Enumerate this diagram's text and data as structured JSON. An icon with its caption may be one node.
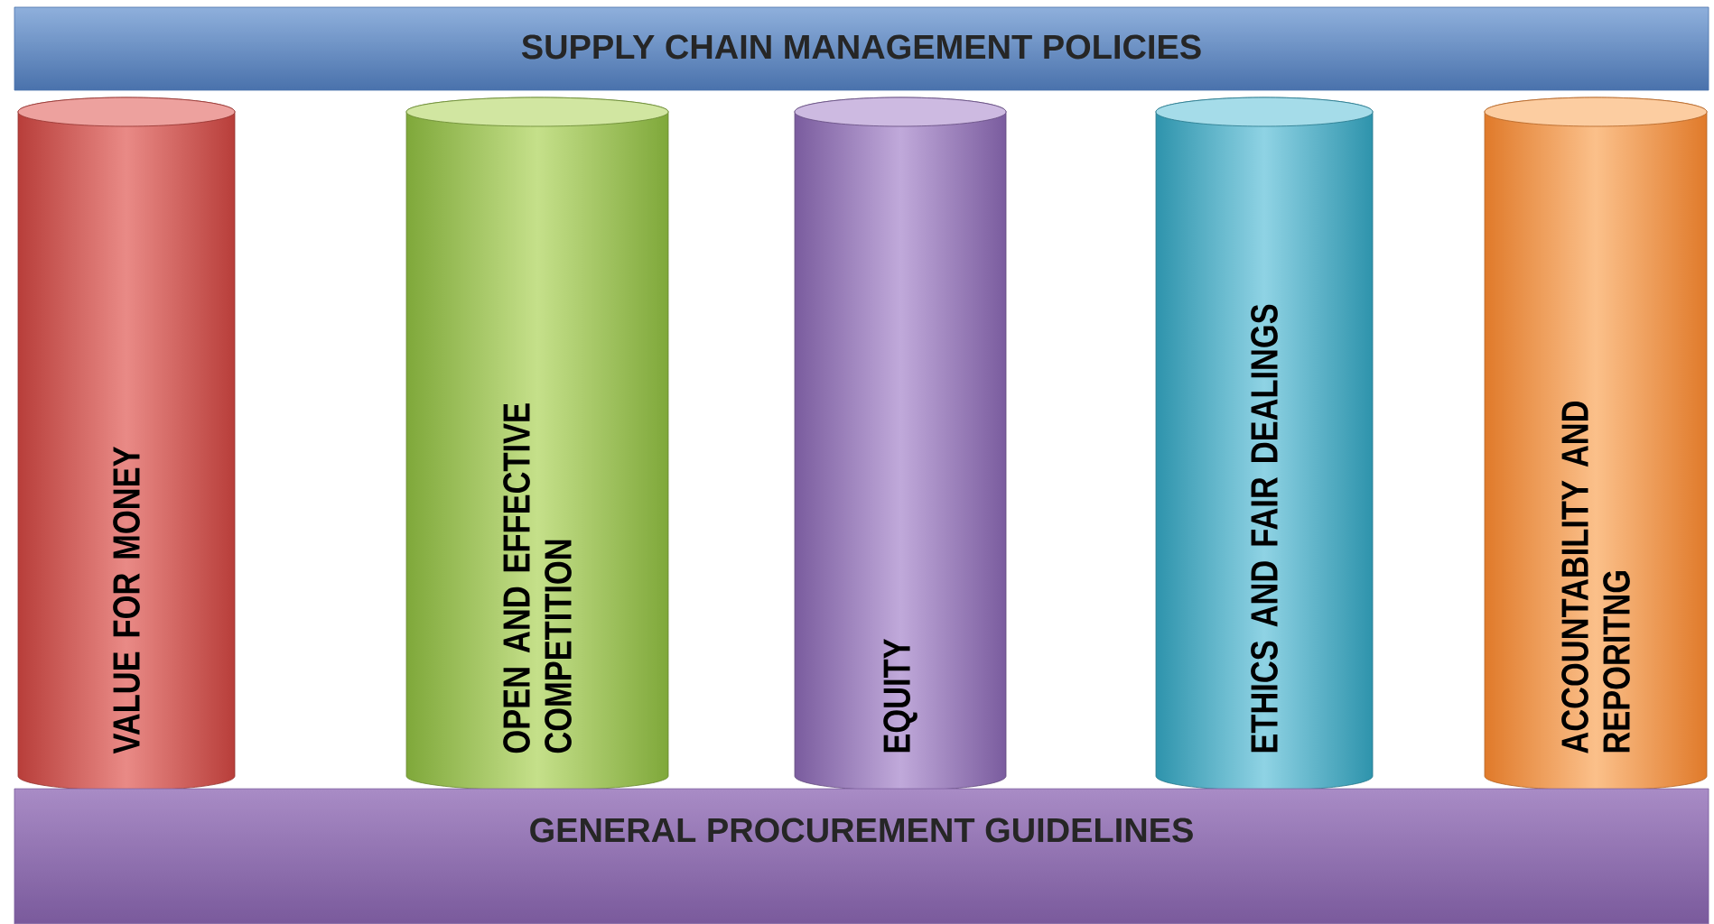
{
  "diagram": {
    "nodes": [
      {
        "text": [
          "SUPPLY CHAIN MANAGEMENT POLICIES"
        ]
      },
      {
        "text": [
          "VALUE FOR MONEY"
        ]
      },
      {
        "text": [
          "OPEN AND EFFECTIVE COMPETITION"
        ]
      },
      {
        "text": [
          "EQUITY"
        ]
      },
      {
        "text": [
          "ETHICS AND FAIR DEALINGS"
        ]
      },
      {
        "text": [
          "ACCOUNTABILITY AND REPORITNG"
        ]
      },
      {
        "text": [
          "GENERAL PROCUREMENT GUIDELINES"
        ]
      }
    ]
  }
}
